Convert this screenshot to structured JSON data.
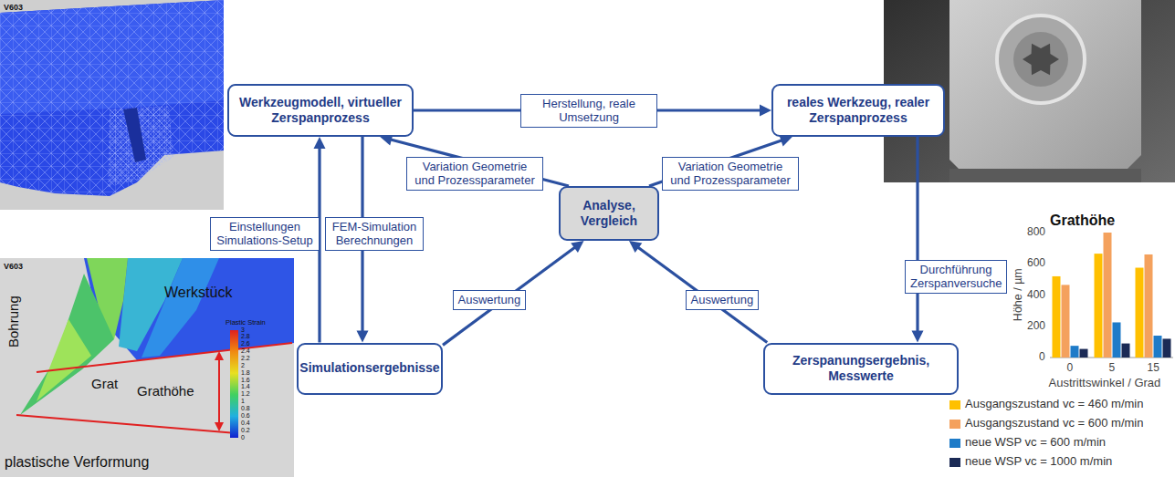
{
  "diagram": {
    "nodes": [
      {
        "text": [
          "Werkzeugmodell, virtueller Zerspanprozess"
        ]
      },
      {
        "text": [
          "reales Werkzeug, realer Zerspanprozess"
        ]
      },
      {
        "text": [
          "Analyse, Vergleich"
        ]
      },
      {
        "text": [
          "Simulationsergebnisse"
        ]
      },
      {
        "text": [
          "Zerspanungsergebnis, Messwerte"
        ]
      }
    ],
    "edges": [
      {
        "from": 0,
        "to": 1,
        "arrow": "to",
        "label": "Herstellung, reale Umsetzung"
      },
      {
        "from": 2,
        "to": 0,
        "arrow": "to",
        "label": "Variation Geometrie und Prozessparameter"
      },
      {
        "from": 2,
        "to": 1,
        "arrow": "to",
        "label": "Variation Geometrie und Prozessparameter"
      },
      {
        "from": 3,
        "to": 0,
        "arrow": "to",
        "label": "Einstellungen Simulations-Setup"
      },
      {
        "from": 0,
        "to": 3,
        "arrow": "to",
        "label": "FEM-Simulation Berechnungen"
      },
      {
        "from": 3,
        "to": 2,
        "arrow": "to",
        "label": "Auswertung"
      },
      {
        "from": 4,
        "to": 2,
        "arrow": "to",
        "label": "Auswertung"
      },
      {
        "from": 1,
        "to": 4,
        "arrow": "to",
        "label": "Durchführung Zerspanversuche"
      }
    ],
    "labels": [
      "V603",
      "V603",
      "Bohrung",
      "Werkstück",
      "Plastic Strain",
      "3",
      "2.8",
      "2.6",
      "2.4",
      "2.2",
      "2",
      "1.8",
      "1.6",
      "1.4",
      "1.2",
      "1",
      "0.8",
      "0.6",
      "0.4",
      "0.2",
      "0",
      "Grat",
      "Grathöhe",
      "plastische Verformung",
      "Grathöhe",
      "800",
      "600",
      "400",
      "200",
      "0",
      "Höhe / µm",
      "0",
      "5",
      "15",
      "Austrittswinkel / Grad"
    ],
    "legend": [
      {
        "text": "Ausgangszustand vc = 460 m/min",
        "color": "#ffc000"
      },
      {
        "text": "Ausgangszustand vc = 600 m/min",
        "color": "#f4a15d"
      },
      {
        "text": "neue WSP vc = 600 m/min",
        "color": "#1e7bc8"
      },
      {
        "text": "neue WSP vc = 1000 m/min",
        "color": "#1b2a55"
      }
    ]
  }
}
